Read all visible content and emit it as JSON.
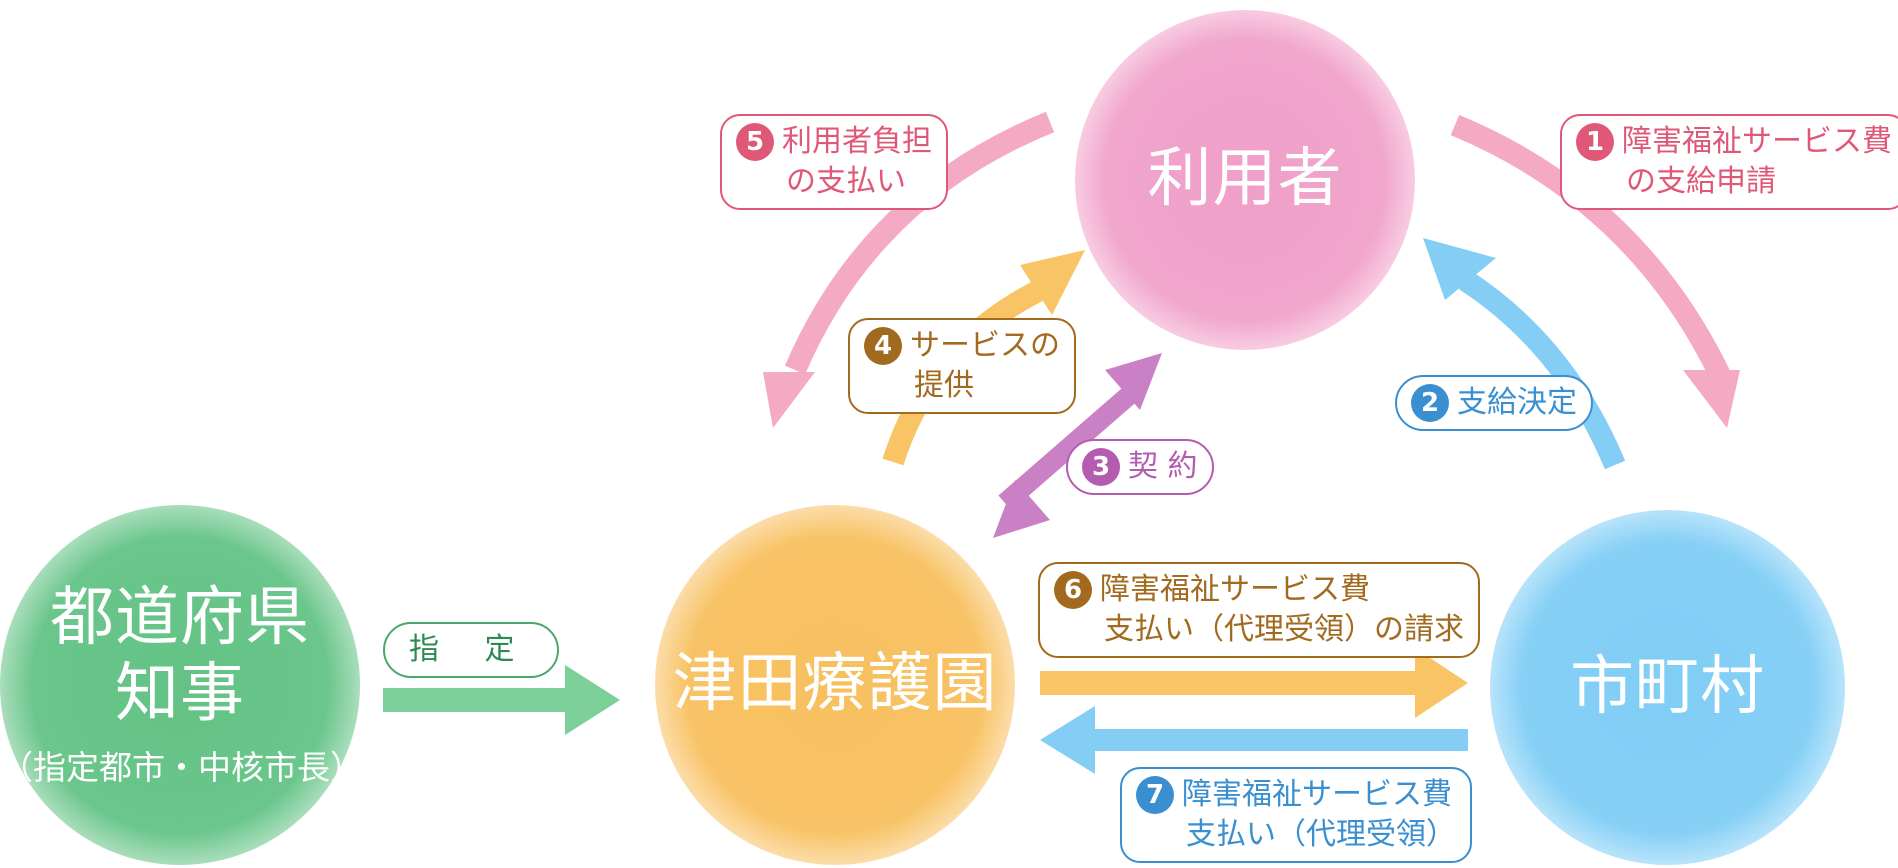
{
  "nodes": {
    "user": "利用者",
    "tsuda": "津田療護園",
    "city": "市町村",
    "prefecture": {
      "line1": "都道府県",
      "line2": "知事",
      "sub": "（指定都市・中核市長）"
    }
  },
  "labels": {
    "step1": {
      "number": "1",
      "line1": "障害福祉サービス費",
      "line2": "の支給申請"
    },
    "step2": {
      "number": "2",
      "text": "支給決定"
    },
    "step3": {
      "number": "3",
      "text": "契 約"
    },
    "step4": {
      "number": "4",
      "line1": "サービスの",
      "line2": "提供"
    },
    "step5": {
      "number": "5",
      "line1": "利用者負担",
      "line2": "の支払い"
    },
    "step6": {
      "number": "6",
      "line1": "障害福祉サービス費",
      "line2": "支払い（代理受領）の請求"
    },
    "step7": {
      "number": "7",
      "line1": "障害福祉サービス費",
      "line2": "支払い（代理受領）"
    },
    "designation": "指 定"
  },
  "colors": {
    "pink": "#f4aac3",
    "blue": "#84cdf4",
    "orange": "#f8c466",
    "purple": "#c980c4",
    "green": "#7ed09a",
    "pink_text": "#e05878",
    "blue_text": "#3a8fd0",
    "purple_text": "#b35cb0",
    "brown_text": "#a26a1e",
    "green_text": "#2e8a50"
  }
}
